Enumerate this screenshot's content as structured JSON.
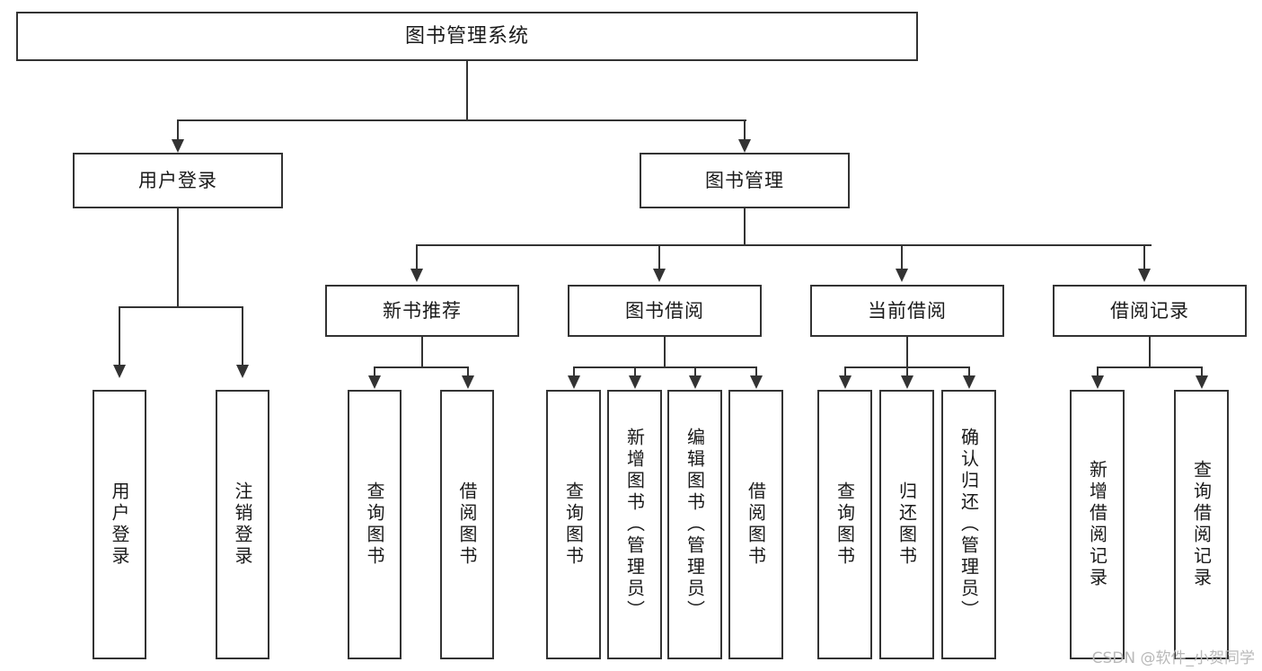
{
  "diagram": {
    "title": "图书管理系统",
    "type": "hierarchy-tree",
    "levels": 4,
    "colors": {
      "stroke": "#333333",
      "box_fill": "#ffffff",
      "text": "#1a1a1a",
      "background": "#ffffff",
      "watermark": "#b9b9b9"
    }
  },
  "root": {
    "label": "图书管理系统"
  },
  "level2": [
    {
      "label": "用户登录"
    },
    {
      "label": "图书管理"
    }
  ],
  "level3": [
    {
      "label": "新书推荐"
    },
    {
      "label": "图书借阅"
    },
    {
      "label": "当前借阅"
    },
    {
      "label": "借阅记录"
    }
  ],
  "leaves": {
    "user_login": [
      {
        "label": "用户登录"
      },
      {
        "label": "注销登录"
      }
    ],
    "new_book_recommend": [
      {
        "label": "查询图书"
      },
      {
        "label": "借阅图书"
      }
    ],
    "book_borrow": [
      {
        "label": "查询图书"
      },
      {
        "label": "新增图书（管理员）"
      },
      {
        "label": "编辑图书（管理员）"
      },
      {
        "label": "借阅图书"
      }
    ],
    "current_borrow": [
      {
        "label": "查询图书"
      },
      {
        "label": "归还图书"
      },
      {
        "label": "确认归还（管理员）"
      }
    ],
    "borrow_record": [
      {
        "label": "新增借阅记录"
      },
      {
        "label": "查询借阅记录"
      }
    ]
  },
  "watermark": {
    "text": "CSDN @软件_小贺同学"
  }
}
